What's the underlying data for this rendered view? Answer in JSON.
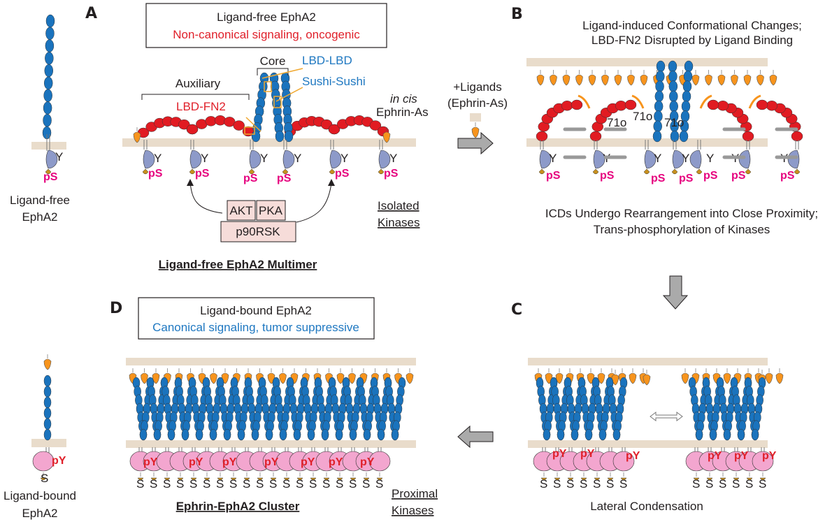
{
  "colors": {
    "membrane": "#e9dccb",
    "receptor": "#1a73bd",
    "auxiliary": "#e11b22",
    "kinase_free": "#8d9ac9",
    "kinase_bound": "#f3a6cf",
    "ligand": "#f7941d",
    "label_red": "#e0202a",
    "label_blue": "#1f78c1",
    "label_pS": "#e6007e",
    "box_fill": "#f6dcd9"
  },
  "panelA": {
    "letter": "A",
    "box_title": "Ligand-free EphA2",
    "box_subtitle": "Non-canonical signaling, oncogenic",
    "core_label": "Core",
    "lbd_lbd": "LBD-LBD",
    "sushi_sushi": "Sushi-Sushi",
    "auxiliary_label": "Auxiliary",
    "lbd_fn2": "LBD-FN2",
    "in_cis": "in cis",
    "ephrin_as": "Ephrin-As",
    "kinases": [
      "AKT",
      "PKA",
      "p90RSK"
    ],
    "isolated_1": "Isolated",
    "isolated_2": "Kinases",
    "caption": "Ligand-free EphA2 Multimer",
    "y": "Y",
    "ps": "pS"
  },
  "monomer_free": {
    "line1": "Ligand-free",
    "line2": "EphA2"
  },
  "ligand_step": {
    "line1": "+Ligands",
    "line2": "(Ephrin-As)"
  },
  "panelB": {
    "letter": "B",
    "title1": "Ligand-induced Conformational Changes;",
    "title2": "LBD-FN2 Disrupted by Ligand Binding",
    "angle": "71o",
    "caption1": "ICDs Undergo Rearrangement into Close Proximity;",
    "caption2": "Trans-phosphorylation of Kinases"
  },
  "panelC": {
    "letter": "C",
    "caption": "Lateral Condensation",
    "py": "pY",
    "s": "S"
  },
  "panelD": {
    "letter": "D",
    "box_title": "Ligand-bound EphA2",
    "box_subtitle": "Canonical signaling, tumor suppressive",
    "caption": "Ephrin-EphA2 Cluster",
    "proximal_1": "Proximal",
    "proximal_2": "Kinases"
  },
  "monomer_bound": {
    "line1": "Ligand-bound",
    "line2": "EphA2"
  }
}
